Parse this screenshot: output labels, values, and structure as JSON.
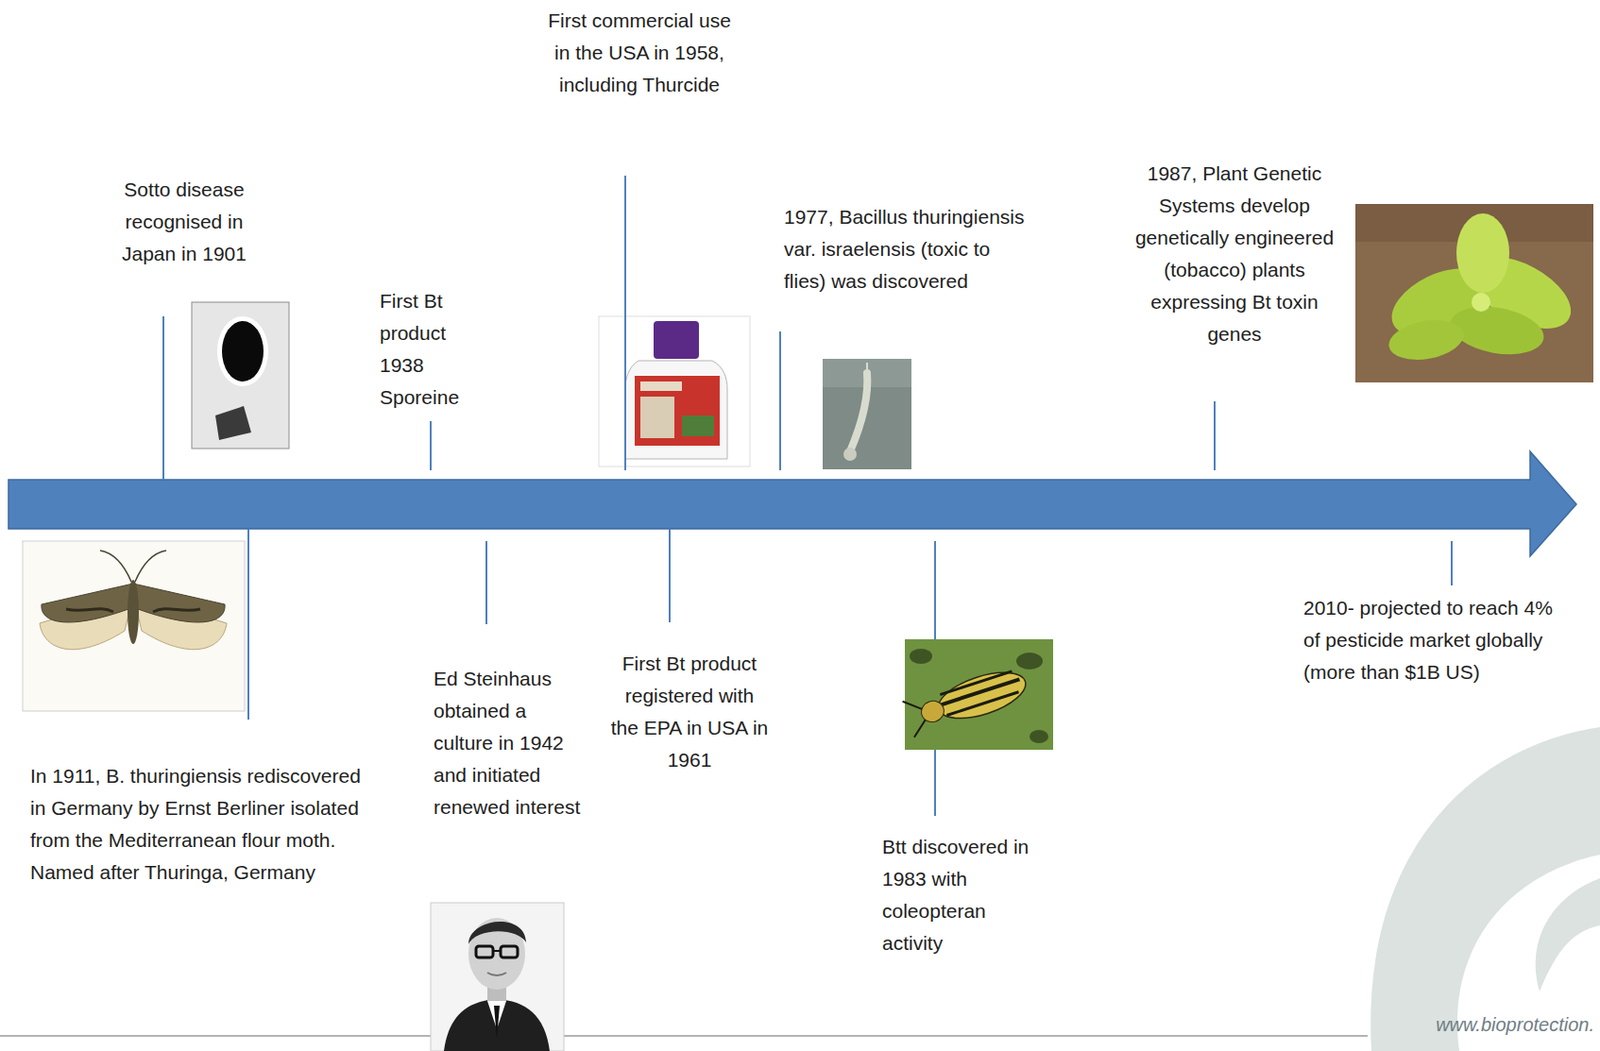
{
  "diagram": {
    "labels": [
      "Sotto disease recognised in Japan in 1901",
      "In 1911, B. thuringiensis rediscovered in Germany by Ernst Berliner isolated from the Mediterranean flour moth. Named after Thuringa, Germany",
      "First Bt product 1938 Sporeine",
      "Ed Steinhaus obtained a culture in 1942 and initiated renewed interest",
      "First commercial use in the USA in 1958, including Thurcide",
      "First Bt product registered with the EPA in USA in 1961",
      "1977, Bacillus thuringiensis var. israelensis (toxic to flies) was discovered",
      "Btt discovered in 1983 with coleopteran activity",
      "1987, Plant Genetic Systems develop genetically engineered (tobacco) plants expressing Bt toxin genes",
      "2010- projected to reach 4% of pesticide market globally (more than $1B US)",
      "www.bioprotection."
    ]
  }
}
